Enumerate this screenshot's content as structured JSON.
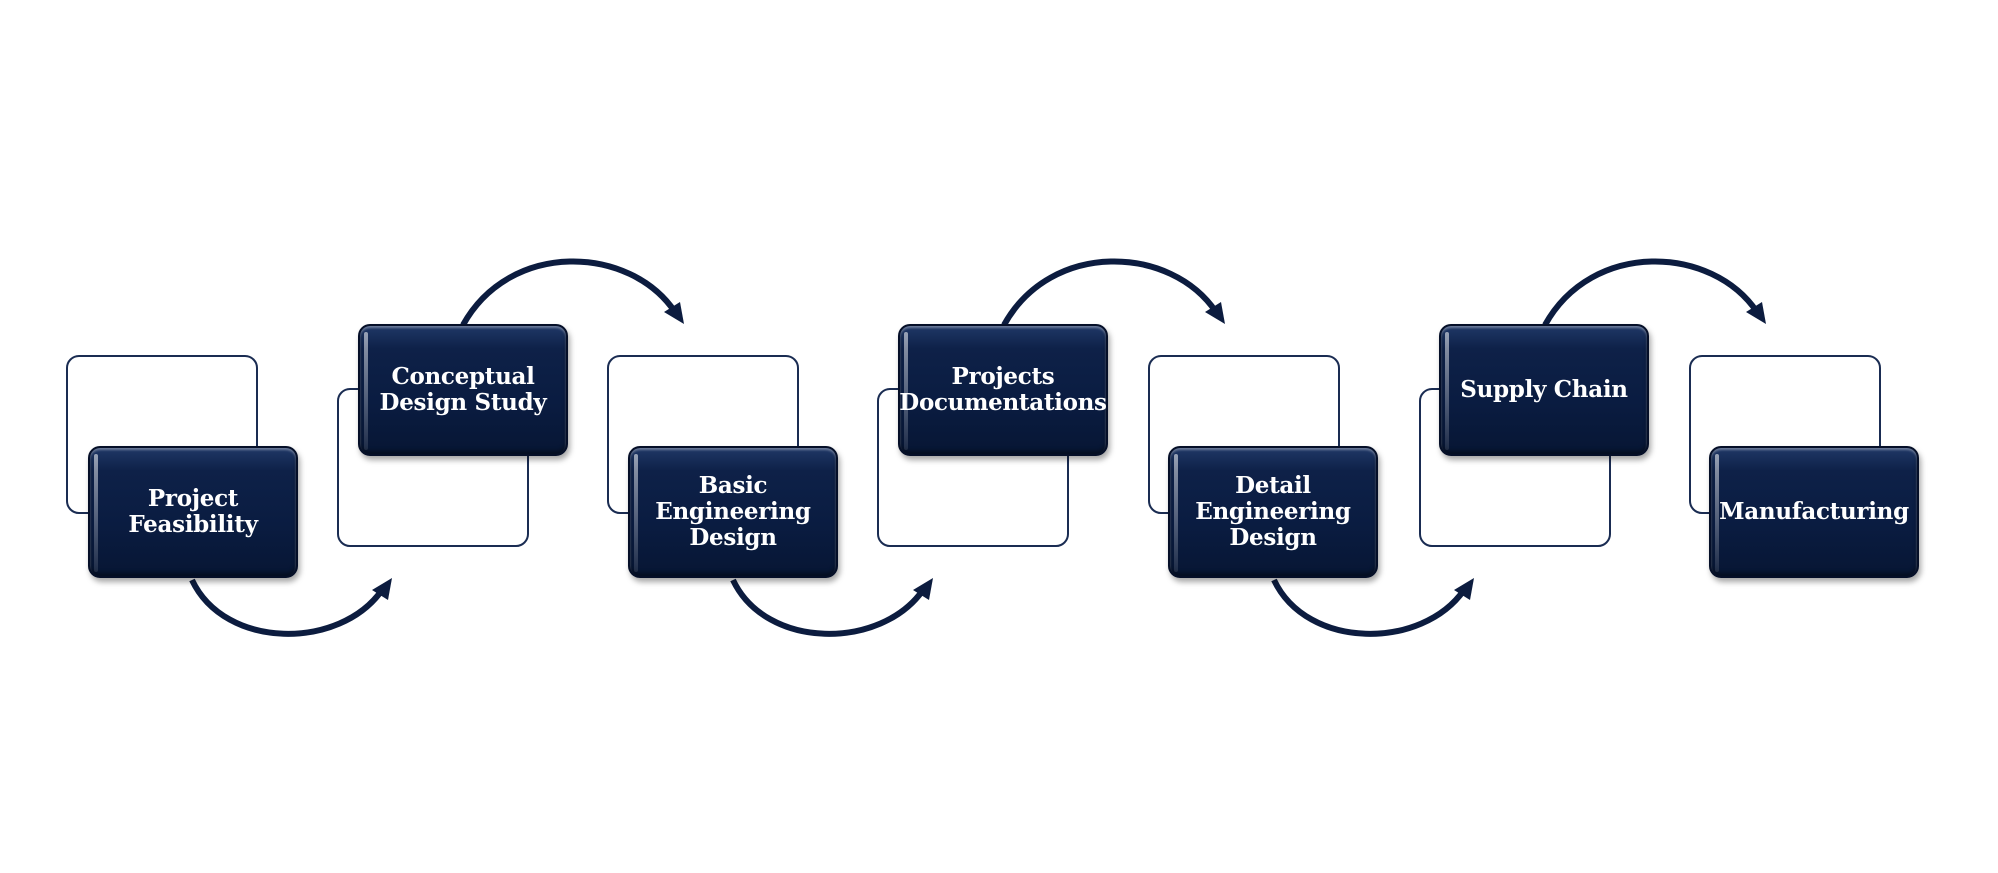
{
  "steps": [
    {
      "label": "Project\nFeasibility"
    },
    {
      "label": "Conceptual\nDesign Study"
    },
    {
      "label": "Basic\nEngineering\nDesign"
    },
    {
      "label": "Projects\nDocumentations"
    },
    {
      "label": "Detail\nEngineering\nDesign"
    },
    {
      "label": "Supply Chain"
    },
    {
      "label": "Manufacturing"
    }
  ],
  "colors": {
    "box_fill": "#0a1c41",
    "arrow": "#0c1c3f",
    "outline": "#1a2c52",
    "text": "#ffffff",
    "background": "#ffffff"
  }
}
